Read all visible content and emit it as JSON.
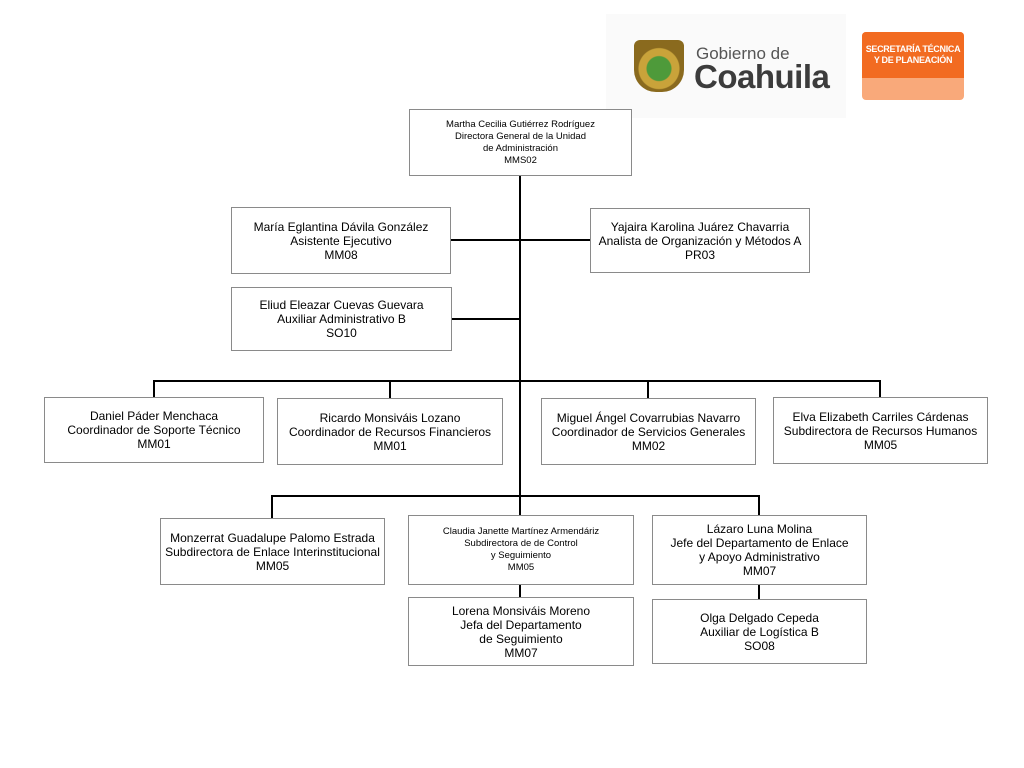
{
  "logo": {
    "gobierno": "Gobierno de",
    "estado": "Coahuila"
  },
  "badge": {
    "line1": "SECRETARÍA TÉCNICA",
    "line2": "Y DE PLANEACIÓN"
  },
  "director": {
    "name": "Martha Cecilia Gutiérrez Rodríguez",
    "role1": "Directora General de la Unidad",
    "role2": "de Administración",
    "code": "MMS02"
  },
  "staff": [
    {
      "name": "María Eglantina Dávila González",
      "role": "Asistente Ejecutivo",
      "code": "MM08"
    },
    {
      "name": "Yajaira Karolina Juárez Chavarria",
      "role": "Analista de Organización y Métodos A",
      "code": "PR03"
    },
    {
      "name": "Eliud  Eleazar Cuevas Guevara",
      "role": "Auxiliar Administrativo B",
      "code": "SO10"
    }
  ],
  "row1": [
    {
      "name": "Daniel Páder Menchaca",
      "role": "Coordinador de Soporte Técnico",
      "code": "MM01"
    },
    {
      "name": "Ricardo Monsiváis Lozano",
      "role": "Coordinador de Recursos Financieros",
      "code": "MM01"
    },
    {
      "name": "Miguel Ángel Covarrubias Navarro",
      "role": "Coordinador de Servicios Generales",
      "code": "MM02"
    },
    {
      "name": "Elva Elizabeth Carriles Cárdenas",
      "role": "Subdirectora de Recursos Humanos",
      "code": "MM05"
    }
  ],
  "row2": [
    {
      "name": "Monzerrat Guadalupe Palomo Estrada",
      "role": "Subdirectora de Enlace Interinstitucional",
      "code": "MM05"
    },
    {
      "name": "Claudia Janette Martínez Armendáriz",
      "role1": "Subdirectora de  de Control",
      "role2": "y Seguimiento",
      "code": "MM05"
    },
    {
      "name": "Lázaro Luna Molina",
      "role1": "Jefe del Departamento de Enlace",
      "role2": "y Apoyo Administrativo",
      "code": "MM07"
    }
  ],
  "row3": [
    {
      "name": "Lorena Monsiváis Moreno",
      "role1": "Jefa del Departamento",
      "role2": "de Seguimiento",
      "code": "MM07"
    },
    {
      "name": "Olga Delgado Cepeda",
      "role": "Auxiliar de Logística B",
      "code": "SO08"
    }
  ],
  "colors": {
    "brand_orange": "#f26b21",
    "brand_orange_light": "#f9a97a",
    "border": "#8a8a8a"
  }
}
